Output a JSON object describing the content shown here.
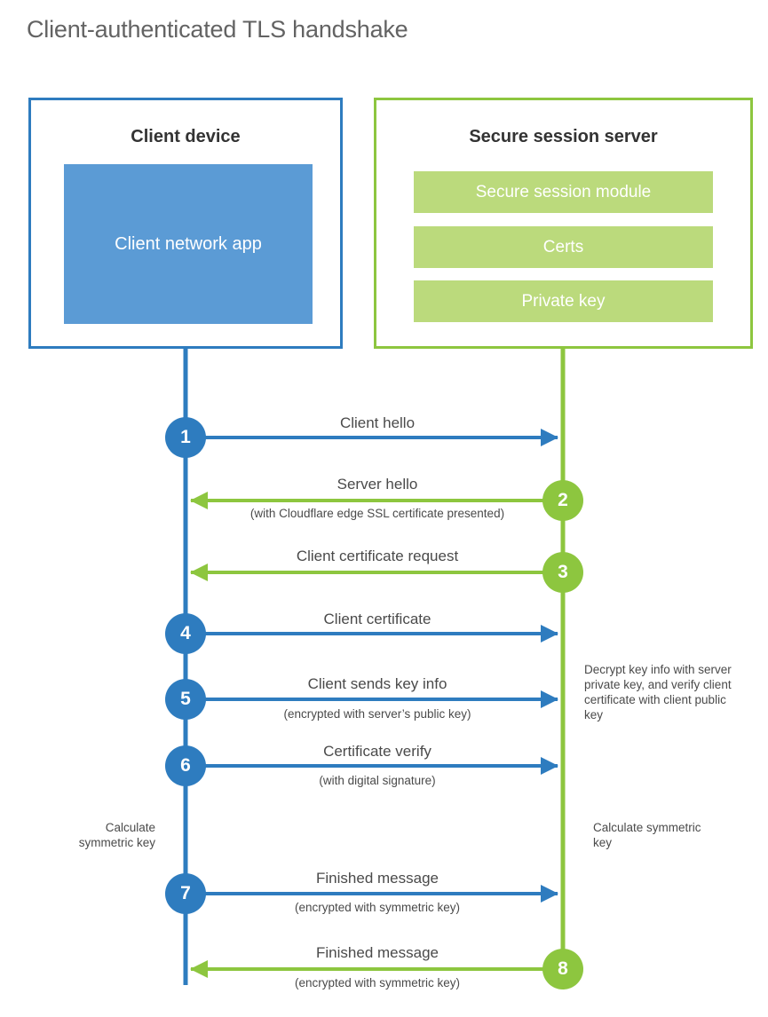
{
  "title": "Client-authenticated TLS handshake",
  "colors": {
    "client_accent": "#2e7cbf",
    "client_fill": "#5b9bd5",
    "server_accent": "#8dc63f",
    "server_fill": "#bbda7c",
    "text": "#4a4a4a",
    "title_text": "#636363"
  },
  "participants": {
    "client": {
      "title": "Client device",
      "block_label": "Client network app"
    },
    "server": {
      "title": "Secure session server",
      "modules": [
        {
          "label": "Secure session module"
        },
        {
          "label": "Certs"
        },
        {
          "label": "Private key"
        }
      ]
    }
  },
  "steps": [
    {
      "number": "1",
      "origin": "client",
      "direction": "right",
      "label": "Client hello",
      "sub": ""
    },
    {
      "number": "2",
      "origin": "server",
      "direction": "left",
      "label": "Server hello",
      "sub": "(with Cloudflare edge SSL certificate presented)"
    },
    {
      "number": "3",
      "origin": "server",
      "direction": "left",
      "label": "Client certificate request",
      "sub": ""
    },
    {
      "number": "4",
      "origin": "client",
      "direction": "right",
      "label": "Client certificate",
      "sub": ""
    },
    {
      "number": "5",
      "origin": "client",
      "direction": "right",
      "label": "Client sends key info",
      "sub": "(encrypted with server’s public key)"
    },
    {
      "number": "6",
      "origin": "client",
      "direction": "right",
      "label": "Certificate verify",
      "sub": "(with digital signature)"
    },
    {
      "number": "7",
      "origin": "client",
      "direction": "right",
      "label": "Finished message",
      "sub": "(encrypted with symmetric key)"
    },
    {
      "number": "8",
      "origin": "server",
      "direction": "left",
      "label": "Finished message",
      "sub": "(encrypted with symmetric key)"
    }
  ],
  "notes": {
    "server_decrypt": "Decrypt key info with server private key, and verify client certificate with client public key",
    "client_calculate": "Calculate symmetric key",
    "server_calculate": "Calculate symmetric key"
  }
}
